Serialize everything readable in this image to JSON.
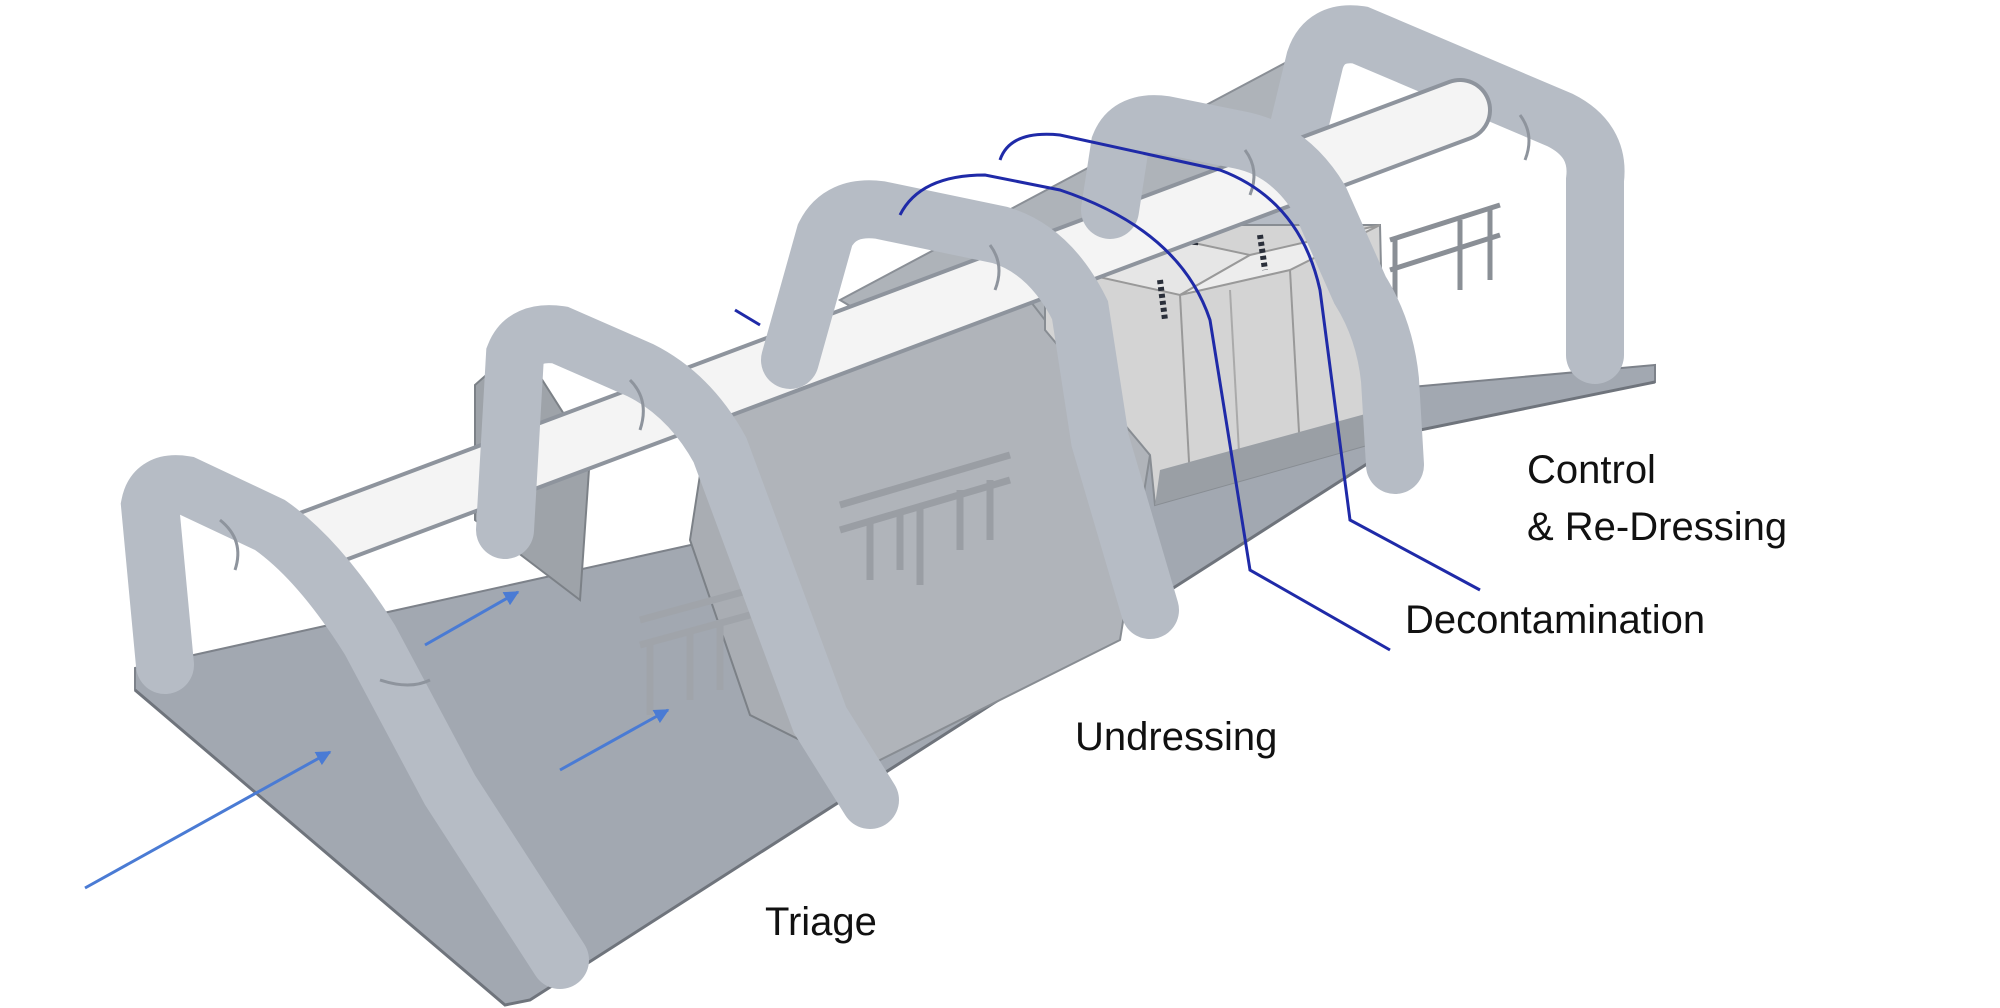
{
  "zones": [
    {
      "id": "triage",
      "label": "Triage"
    },
    {
      "id": "undressing",
      "label": "Undressing"
    },
    {
      "id": "decontamination",
      "label": "Decontamination"
    },
    {
      "id": "control",
      "label_line1": "Control",
      "label_line2": "& Re-Dressing"
    }
  ],
  "colors": {
    "floor": "#a2a8b1",
    "tube": "#b6bcc5",
    "tube_shade": "#8e949d",
    "ridge": "#f4f4f4",
    "wall": "#b3b7bd",
    "wall_dark": "#9da1a7",
    "box": "#dcdcdc",
    "box_dark": "#c4c4c4",
    "flow_arrow": "#4a7bd4",
    "divider_line": "#1f2aa8"
  }
}
